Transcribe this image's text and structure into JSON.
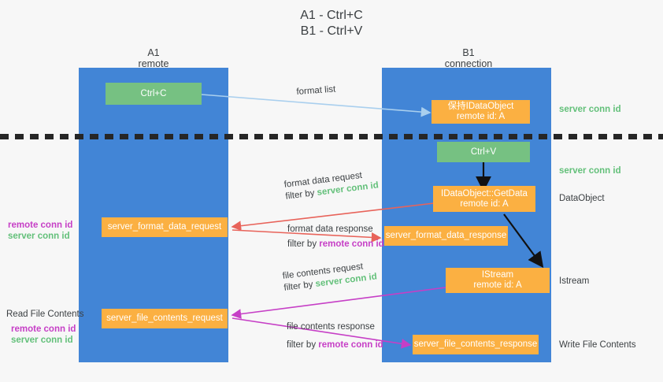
{
  "title": {
    "line1": "A1 - Ctrl+C",
    "line2": "B1 - Ctrl+V"
  },
  "columns": {
    "left": {
      "name": "A1",
      "role": "remote"
    },
    "right": {
      "name": "B1",
      "role": "connection"
    }
  },
  "boxes": {
    "ctrl_c": "Ctrl+C",
    "ctrl_v": "Ctrl+V",
    "keep_dataobject_l1": "保持IDataObject",
    "keep_dataobject_l2": "remote id: A",
    "getdata_l1": "IDataObject::GetData",
    "getdata_l2": "remote id: A",
    "istream_l1": "IStream",
    "istream_l2": "remote id: A",
    "server_format_data_request": "server_format_data_request",
    "server_format_data_response": "server_format_data_response",
    "server_file_contents_request": "server_file_contents_request",
    "server_file_contents_response": "server_file_contents_response"
  },
  "arrow_labels": {
    "format_list": "format list",
    "format_data_request": "format data request",
    "format_data_request_filter_prefix": "filter by ",
    "format_data_request_filter_key": "server conn id",
    "format_data_response": "format data response",
    "format_data_response_filter_prefix": "filter by ",
    "format_data_response_filter_key": "remote conn id",
    "file_contents_request": "file contents request",
    "file_contents_request_filter_prefix": "filter by ",
    "file_contents_request_filter_key": "server conn id",
    "file_contents_response": "file contents response",
    "file_contents_response_filter_prefix": "filter by ",
    "file_contents_response_filter_key": "remote conn id"
  },
  "right_labels": {
    "server_conn_id_top": "server conn id",
    "server_conn_id_mid": "server conn id",
    "dataobject": "DataObject",
    "istream": "Istream",
    "write_file_contents": "Write File Contents"
  },
  "left_labels": {
    "remote_conn_id_1": "remote conn id",
    "server_conn_id_1": "server conn id",
    "read_file_contents": "Read File Contents",
    "remote_conn_id_2": "remote conn id",
    "server_conn_id_2": "server conn id"
  },
  "colors": {
    "lane": "#4285d6",
    "green_box": "#76c182",
    "orange_box": "#fbb042",
    "green_text": "#63c07a",
    "magenta_text": "#c63fc6",
    "light_blue_arrow": "#a9cfee",
    "red_arrow": "#e8635a",
    "magenta_arrow": "#c63fc6",
    "black_arrow": "#000000",
    "background": "#f7f7f7"
  }
}
